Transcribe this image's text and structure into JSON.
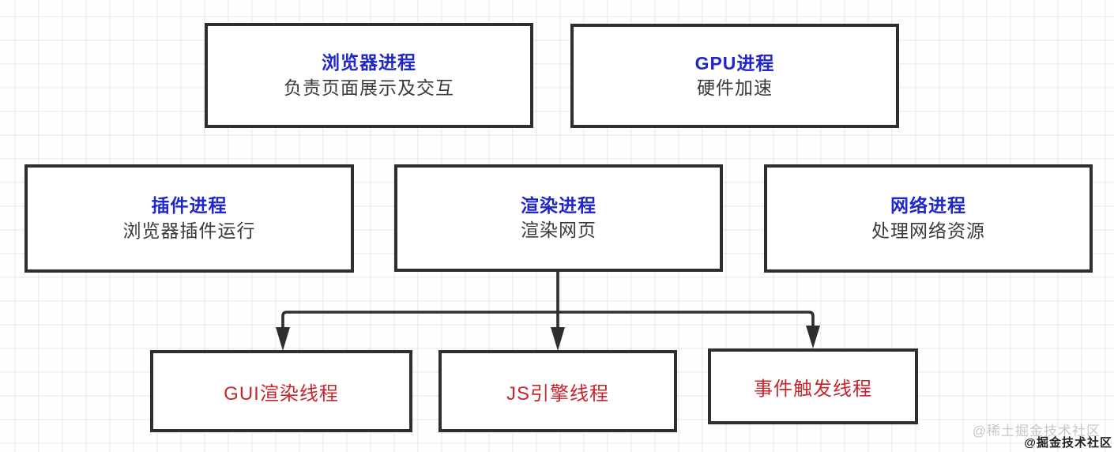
{
  "diagram": {
    "topic": "browser-process-architecture",
    "nodes": {
      "browser_process": {
        "title": "浏览器进程",
        "subtitle": "负责页面展示及交互"
      },
      "gpu_process": {
        "title": "GPU进程",
        "subtitle": "硬件加速"
      },
      "plugin_process": {
        "title": "插件进程",
        "subtitle": "浏览器插件运行"
      },
      "render_process": {
        "title": "渲染进程",
        "subtitle": "渲染网页"
      },
      "network_process": {
        "title": "网络进程",
        "subtitle": "处理网络资源"
      },
      "gui_render_thread": {
        "label": "GUI渲染线程"
      },
      "js_engine_thread": {
        "label": "JS引擎线程"
      },
      "event_trigger_thread": {
        "label": "事件触发线程"
      }
    },
    "edges": [
      {
        "from": "render_process",
        "to": "gui_render_thread",
        "arrow": true
      },
      {
        "from": "render_process",
        "to": "js_engine_thread",
        "arrow": true
      },
      {
        "from": "render_process",
        "to": "event_trigger_thread",
        "arrow": true
      }
    ],
    "colors": {
      "process_title": "#1f27cc",
      "process_subtitle": "#3a3a3a",
      "thread_label": "#c9252d",
      "box_border": "#2e2e2e",
      "connector": "#2e2e2e",
      "grid_line": "#ededf0",
      "background": "#fefefe"
    },
    "watermarks": {
      "light": "@稀土掘金技术社区",
      "dark": "@掘金技术社区"
    }
  }
}
